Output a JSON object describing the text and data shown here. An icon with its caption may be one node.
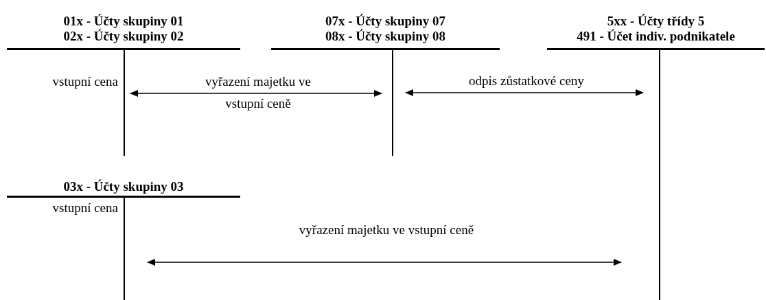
{
  "diagram": {
    "nodes": [
      {
        "text": [
          "01x - Účty skupiny 01",
          "02x - Účty skupiny 02",
          "vstupní cena"
        ]
      },
      {
        "text": [
          "07x - Účty skupiny 07",
          "08x - Účty skupiny 08"
        ]
      },
      {
        "text": [
          "5xx - Účty třídy 5",
          "491 - Účet indiv. podnikatele"
        ]
      },
      {
        "text": [
          "03x - Účty skupiny 03",
          "vstupní cena"
        ]
      }
    ],
    "edges": [
      {
        "from": 0,
        "to": 1,
        "arrow": "both",
        "label": "vyřazení majetku ve vstupní ceně"
      },
      {
        "from": 1,
        "to": 2,
        "arrow": "both",
        "label": "odpis zůstatkové ceny"
      },
      {
        "from": 3,
        "to": 2,
        "arrow": "both",
        "label": "vyřazení majetku ve vstupní ceně"
      }
    ]
  }
}
